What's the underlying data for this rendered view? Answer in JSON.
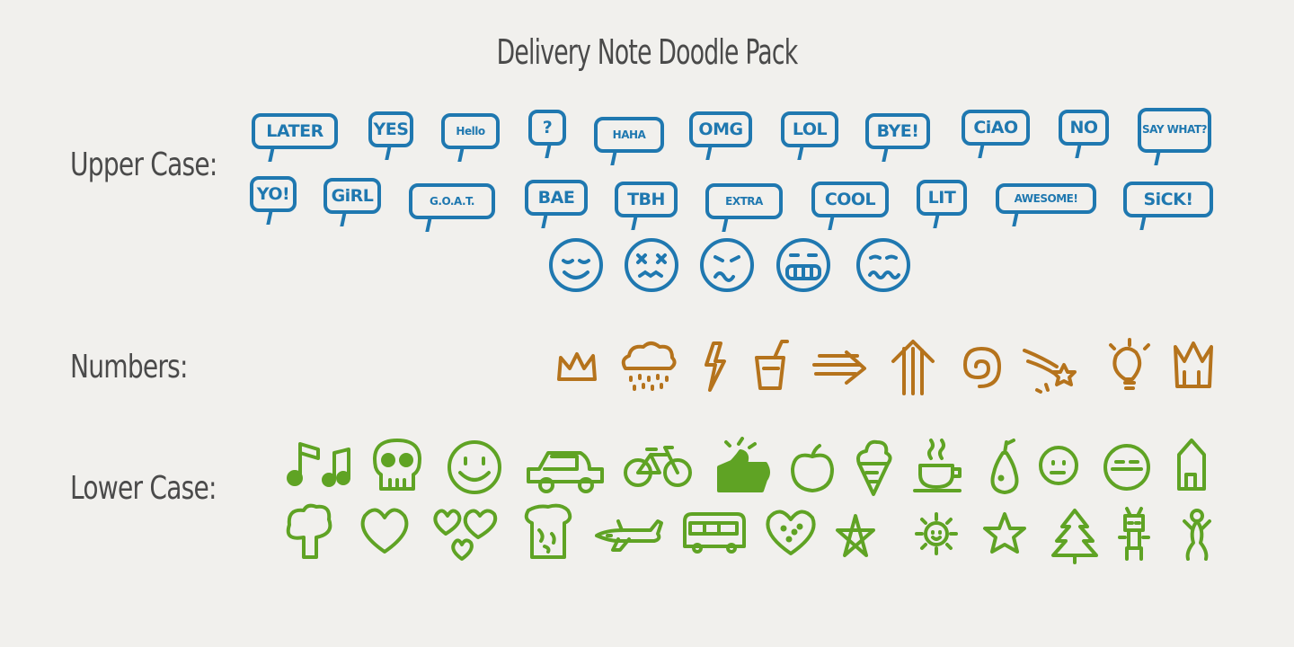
{
  "title": "Delivery Note Doodle Pack",
  "labels": {
    "upper": "Upper Case:",
    "numbers": "Numbers:",
    "lower": "Lower Case:"
  },
  "bubbles_row1": [
    "LATER",
    "YES",
    "Hello",
    "?",
    "HAHA",
    "OMG",
    "LOL",
    "BYE!",
    "CiAO",
    "NO",
    "SAY WHAT?"
  ],
  "bubbles_row2": [
    "YO!",
    "GiRL",
    "G.O.A.T.",
    "BAE",
    "TBH",
    "EXTRA",
    "COOL",
    "LIT",
    "AWESOME!",
    "SiCK!"
  ],
  "faces": [
    "content-face-icon",
    "dizzy-face-icon",
    "worried-face-icon",
    "grimace-face-icon",
    "nervous-face-icon"
  ],
  "number_icons": [
    "crown-icon",
    "rain-cloud-icon",
    "lightning-icon",
    "drink-icon",
    "arrow-right-icon",
    "arrow-up-icon",
    "spiral-icon",
    "shooting-star-icon",
    "light-bulb-icon",
    "crown-icon"
  ],
  "lower_row1": [
    "music-notes-icon",
    "skull-icon",
    "smiley-icon",
    "car-icon",
    "bicycle-icon",
    "thumbs-up-icon",
    "apple-icon",
    "ice-cream-icon",
    "coffee-cup-icon",
    "pear-icon",
    "neutral-face-icon",
    "flat-face-icon",
    "house-icon"
  ],
  "lower_row2": [
    "tree-icon",
    "heart-icon",
    "hearts-icon",
    "toast-icon",
    "airplane-icon",
    "bus-icon",
    "filled-heart-icon",
    "star-outline-icon",
    "sun-icon",
    "star-icon",
    "pine-tree-icon",
    "robot-icon",
    "stick-figure-icon"
  ],
  "colors": {
    "background": "#f1f0ed",
    "text": "#4a4a4a",
    "upper": "#1f78b0",
    "numbers": "#b5731c",
    "lower": "#5fa324"
  }
}
